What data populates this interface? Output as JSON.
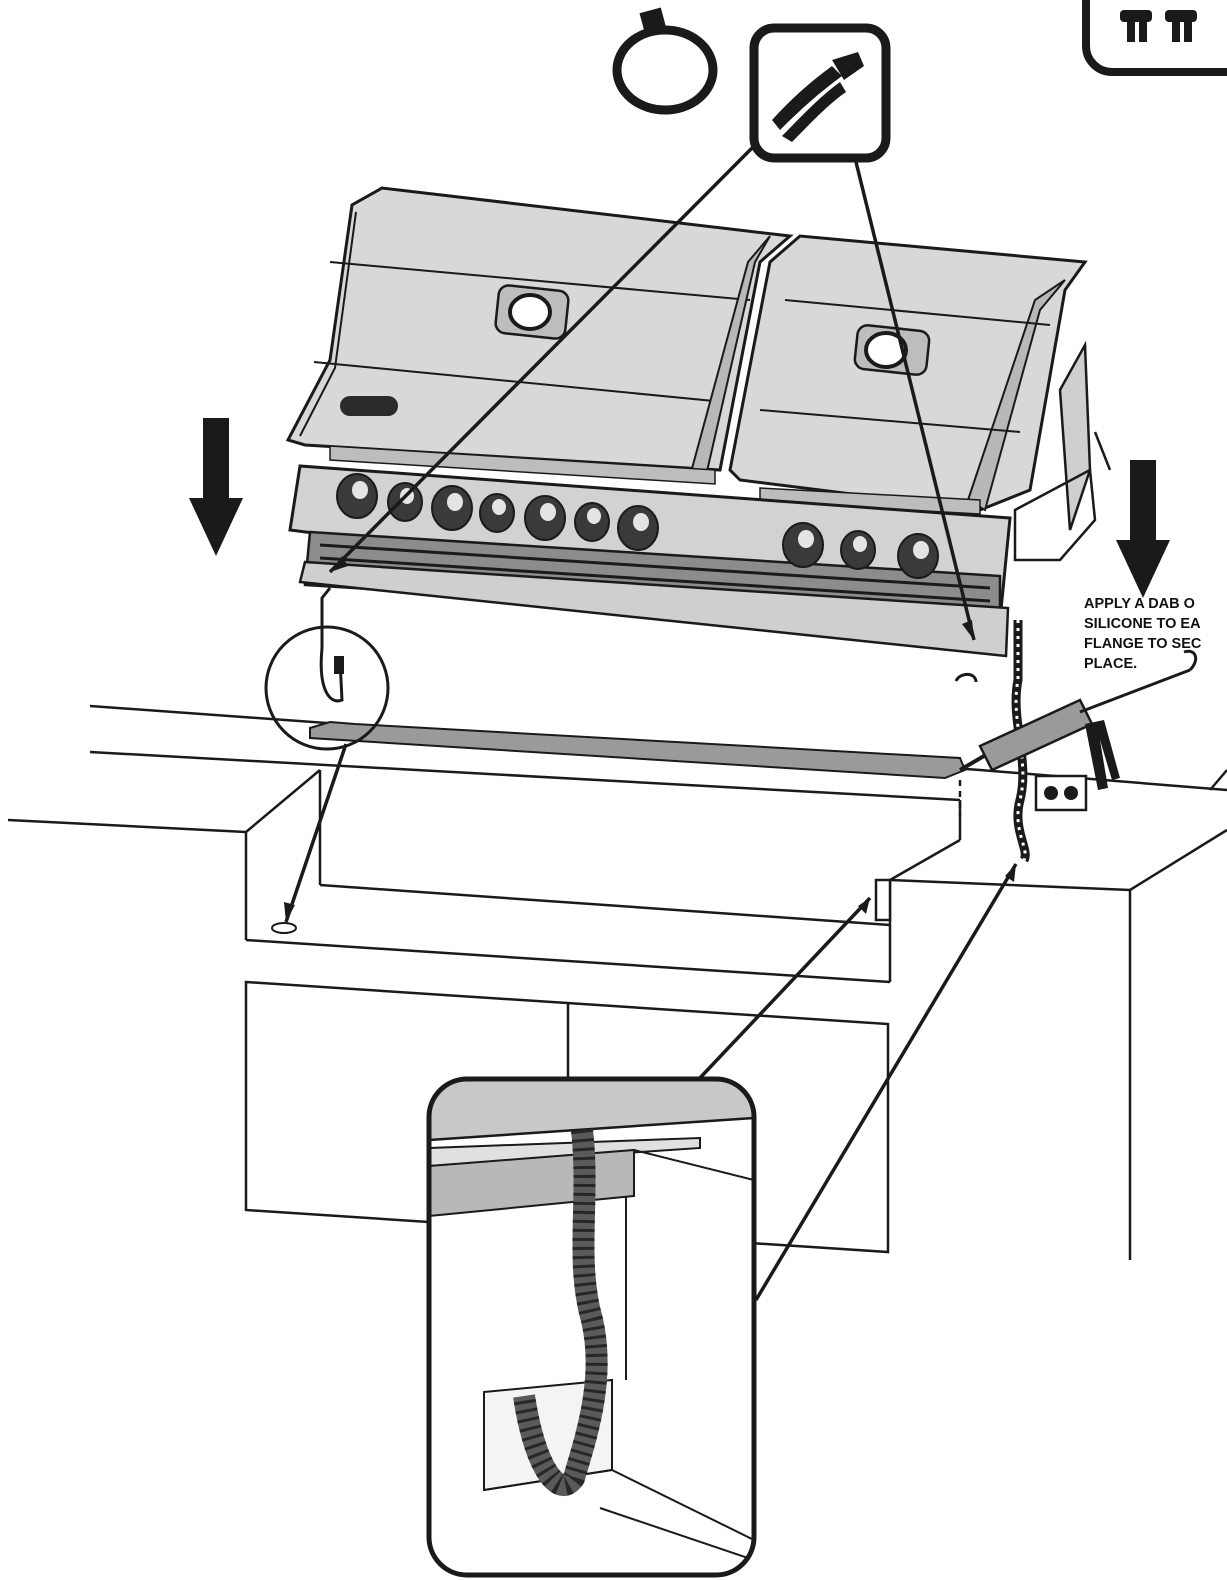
{
  "instruction": {
    "lines": [
      "APPLY  A DAB O",
      "SILICONE TO EA",
      "FLANGE TO SEC",
      "PLACE."
    ]
  },
  "icons": {
    "tool": "pliers-icon",
    "accessory": "cable-tie-icon",
    "people": "two-person-lift-icon"
  },
  "colors": {
    "line": "#1a1a1a",
    "metal": "#d4d4d4",
    "metal_dark": "#9a9a9a",
    "shade": "#8c8c8c",
    "background": "#ffffff"
  }
}
